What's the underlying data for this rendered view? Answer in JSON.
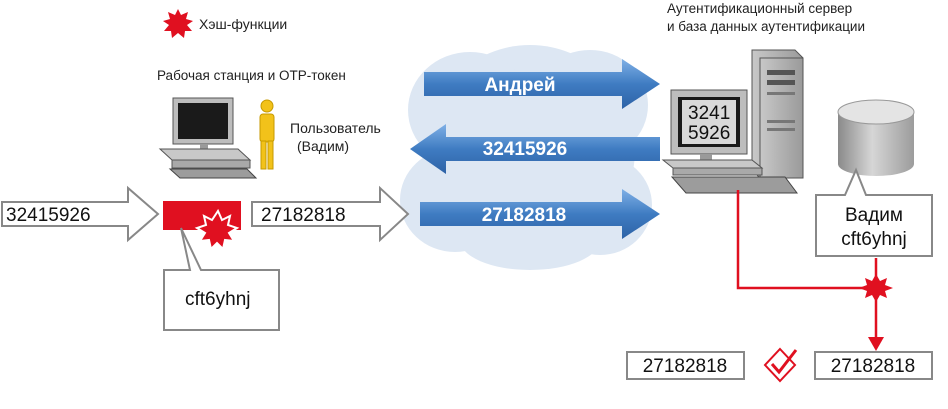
{
  "legend": {
    "hash_label": "Хэш-функции"
  },
  "workstation": {
    "title": "Рабочая станция и ОТР-токен"
  },
  "user": {
    "label_line1": "Пользователь",
    "label_line2": "(Вадим)"
  },
  "server": {
    "title_line1": "Аутентификационный сервер",
    "title_line2": "и база данных аутентификации"
  },
  "messages": {
    "to_server_name": "Андрей",
    "challenge": "32415926",
    "response": "27182818"
  },
  "token": {
    "input": "32415926",
    "output": "27182818",
    "secret": "cft6yhnj"
  },
  "monitor": {
    "line1": "3241",
    "line2": "5926"
  },
  "database": {
    "record_user": "Вадим",
    "record_secret": "cft6yhnj"
  },
  "compare": {
    "received": "27182818",
    "computed": "27182818"
  },
  "colors": {
    "accent_red": "#e01020",
    "arrow_blue": "#4a86c8",
    "cloud": "#dde7f3"
  }
}
